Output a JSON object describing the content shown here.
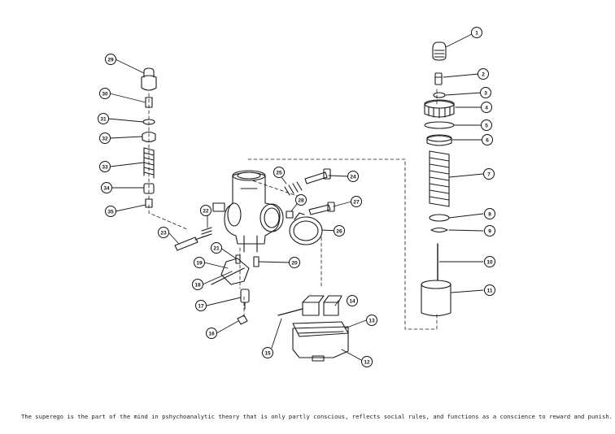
{
  "caption": "The superego is the part of the mind in pshychoanalytic theory that is only partly conscious, reflects social rules, and functions as a conscience to reward and punish.",
  "callouts": [
    "1",
    "2",
    "3",
    "4",
    "5",
    "6",
    "7",
    "8",
    "9",
    "10",
    "11",
    "12",
    "13",
    "14",
    "15",
    "16",
    "17",
    "18",
    "19",
    "20",
    "21",
    "22",
    "23",
    "24",
    "25",
    "26",
    "27",
    "28",
    "29",
    "30",
    "31",
    "32",
    "33",
    "34",
    "35"
  ]
}
